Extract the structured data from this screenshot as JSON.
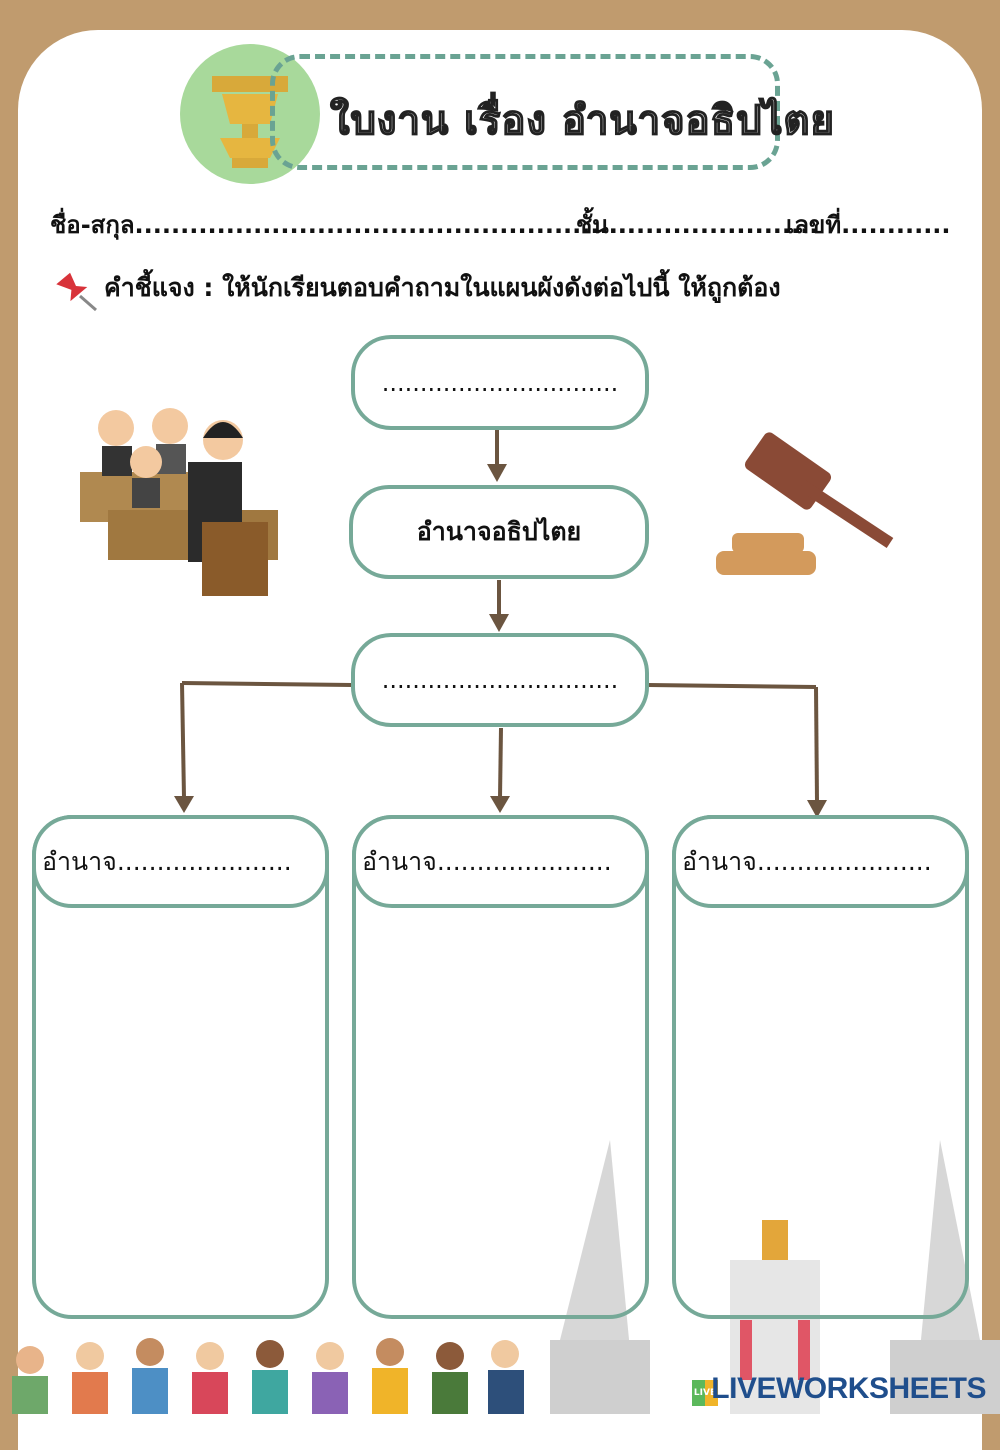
{
  "header": {
    "title": "ใบงาน เรื่อง อำนาจอธิปไตย",
    "name_label": "ชื่อ-สกุล.......................................................",
    "class_label": "ชั้น.......................",
    "number_label": "เลขที่............",
    "instruction": "คำชี้แจง : ให้นักเรียนตอบคำถามในแผนผังดังต่อไปนี้ ให้ถูกต้อง"
  },
  "diagram": {
    "top_box": "...............................",
    "center_box": "อำนาจอธิปไตย",
    "middle_box": "...............................",
    "columns": [
      {
        "label": "อำนาจ......................"
      },
      {
        "label": "อำนาจ......................"
      },
      {
        "label": "อำนาจ......................"
      }
    ]
  },
  "footer": {
    "brand_badge": "LIVE",
    "brand": "LIVEWORKSHEETS"
  },
  "colors": {
    "background": "#c09b6e",
    "accent": "#76a998",
    "arrow": "#6b5540"
  }
}
